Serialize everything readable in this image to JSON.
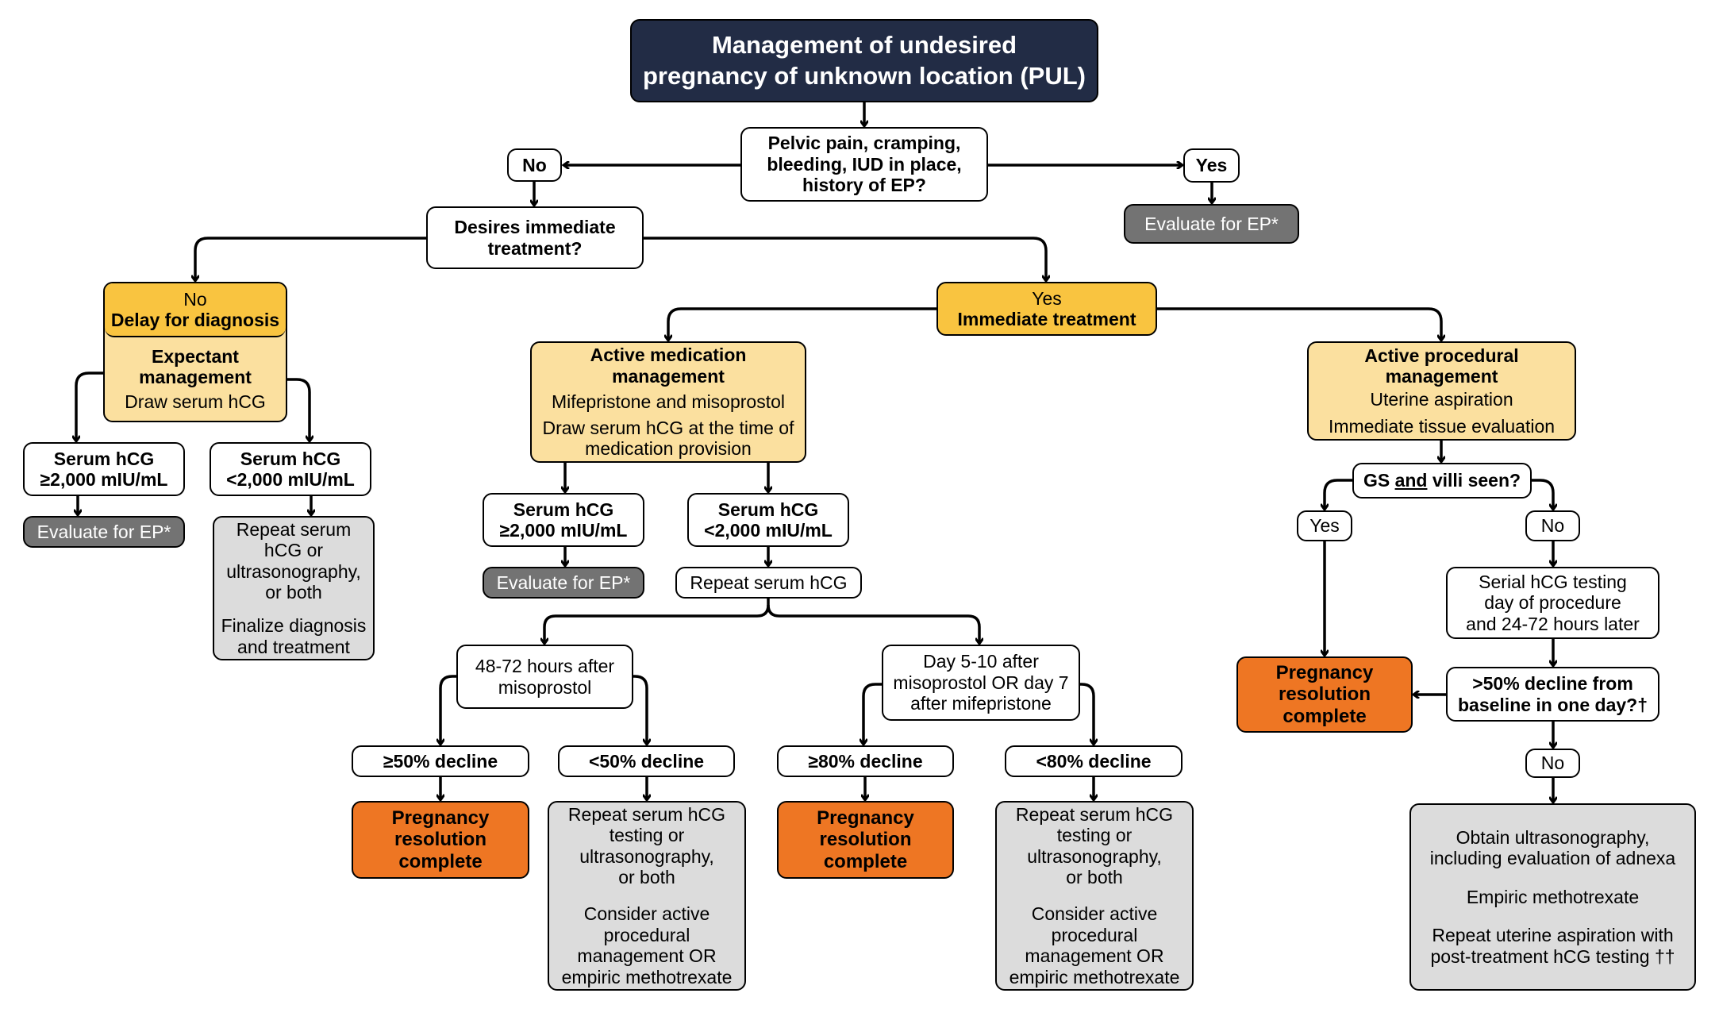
{
  "title": {
    "line1": "Management of undesired",
    "line2": "pregnancy of unknown location (PUL)"
  },
  "q_symptoms": {
    "line1": "Pelvic pain, cramping,",
    "line2": "bleeding, IUD in place,",
    "line3": "history of EP?"
  },
  "symptoms_no": "No",
  "symptoms_yes": "Yes",
  "evaluate_ep_top": "Evaluate for EP*",
  "q_immediate": {
    "line1": "Desires immediate",
    "line2": "treatment?"
  },
  "delay_branch": {
    "answer": "No",
    "label": "Delay for diagnosis",
    "mgmt_line1": "Expectant",
    "mgmt_line2": "management",
    "action": "Draw serum hCG",
    "high": {
      "line1": "Serum hCG",
      "line2": "≥2,000 mIU/mL"
    },
    "low": {
      "line1": "Serum hCG",
      "line2": "<2,000 mIU/mL"
    },
    "evaluate_ep": "Evaluate for EP*",
    "low_next": {
      "l1": "Repeat serum",
      "l2": "hCG or",
      "l3": "ultrasonography,",
      "l4": "or both",
      "l5": "Finalize diagnosis",
      "l6": "and treatment"
    }
  },
  "immediate_branch": {
    "answer": "Yes",
    "label": "Immediate treatment"
  },
  "medication": {
    "title_line1": "Active medication",
    "title_line2": "management",
    "line1": "Mifepristone and misoprostol",
    "line2": "Draw serum hCG at the time of",
    "line3": "medication provision",
    "high": {
      "line1": "Serum hCG",
      "line2": "≥2,000 mIU/mL"
    },
    "low": {
      "line1": "Serum hCG",
      "line2": "<2,000 mIU/mL"
    },
    "evaluate_ep": "Evaluate for EP*",
    "repeat": "Repeat serum hCG",
    "timing_miso": {
      "line1": "48-72 hours after",
      "line2": "misoprostol"
    },
    "timing_day": {
      "line1": "Day 5-10 after",
      "line2": "misoprostol OR day 7",
      "line3": "after mifepristone"
    },
    "decline_ge50": "≥50% decline",
    "decline_lt50": "<50% decline",
    "decline_ge80": "≥80% decline",
    "decline_lt80": "<80% decline",
    "complete": {
      "line1": "Pregnancy",
      "line2": "resolution",
      "line3": "complete"
    },
    "followup": {
      "l1": "Repeat serum hCG",
      "l2": "testing or",
      "l3": "ultrasonography,",
      "l4": "or both",
      "l5": "Consider active",
      "l6": "procedural",
      "l7": "management OR",
      "l8": "empiric methotrexate"
    }
  },
  "procedural": {
    "title_line1": "Active procedural",
    "title_line2": "management",
    "line1": "Uterine aspiration",
    "line2": "Immediate tissue evaluation",
    "q_gs": {
      "pre": "GS ",
      "underlined": "and",
      "post": " villi seen?"
    },
    "yes": "Yes",
    "no": "No",
    "serial": {
      "line1": "Serial hCG testing",
      "line2": "day of procedure",
      "line3": "and 24-72 hours later"
    },
    "q_decline": {
      "line1": ">50% decline from",
      "line2": "baseline in one day?†"
    },
    "decline_no": "No",
    "complete": {
      "line1": "Pregnancy",
      "line2": "resolution",
      "line3": "complete"
    },
    "final": {
      "l1": "Obtain ultrasonography,",
      "l2": "including evaluation of adnexa",
      "l3": "Empiric methotrexate",
      "l4": "Repeat uterine aspiration with",
      "l5": "post-treatment hCG testing ††"
    }
  },
  "colors": {
    "navy": "#222c45",
    "gold": "#f9c440",
    "light_gold": "#fbe09f",
    "orange": "#ee7623",
    "dark_gray": "#737373",
    "light_gray": "#dcdcdc"
  }
}
